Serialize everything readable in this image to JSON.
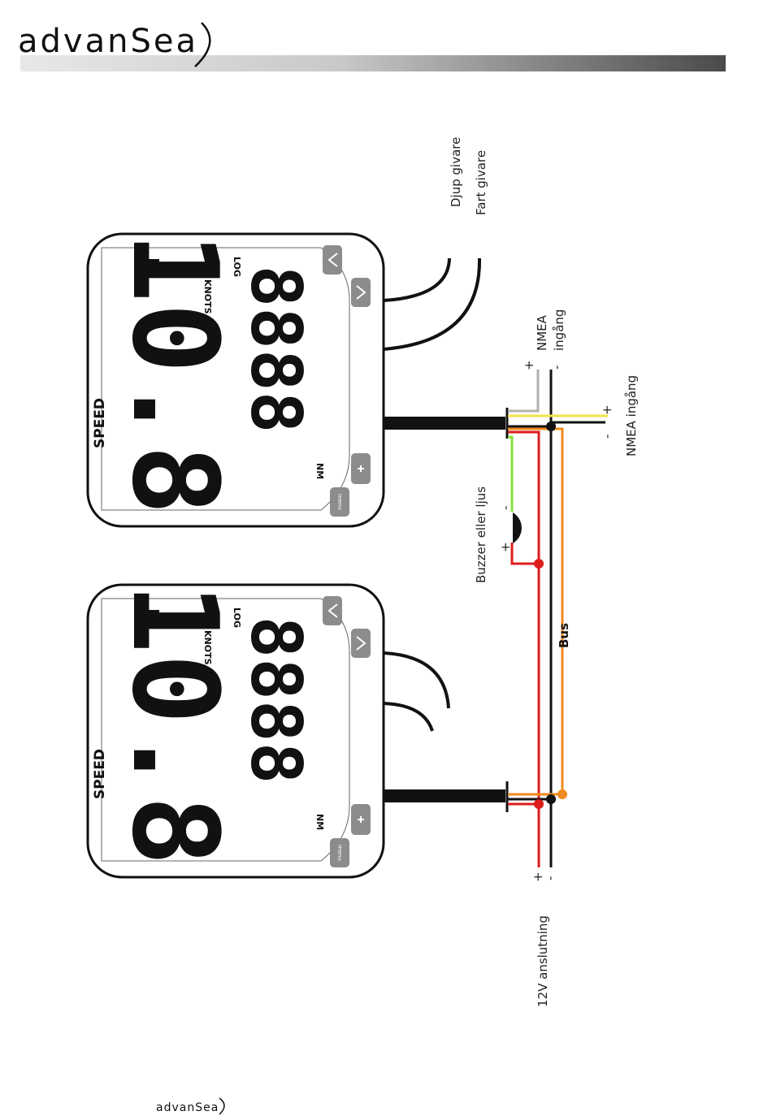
{
  "brand": {
    "logo_text": "advanSea",
    "footer_logo_text": "advanSea"
  },
  "colors": {
    "power_positive": "#dd1c1c",
    "power_negative": "#111111",
    "bus": "#f08a1c",
    "nmea_in_positive": "#f2e24a",
    "nmea_in_negative": "#111111",
    "nmea_out": "#b0b0b0",
    "buzzer_wire": "#86e03a"
  },
  "instruments": [
    {
      "speed_label": "SPEED",
      "main_value": "10.8",
      "units_label": "KNOTS",
      "log_label": "LOG",
      "log_value": "8888",
      "nm_label": "NM",
      "menu_button": "menu",
      "up_button_icon": "chevron-up-icon",
      "down_button_icon": "chevron-down-icon",
      "light_button_icon": "light-icon"
    },
    {
      "speed_label": "SPEED",
      "main_value": "10.8",
      "units_label": "KNOTS",
      "log_label": "LOG",
      "log_value": "8888",
      "nm_label": "NM",
      "menu_button": "menu",
      "up_button_icon": "chevron-up-icon",
      "down_button_icon": "chevron-down-icon",
      "light_button_icon": "light-icon"
    }
  ],
  "labels": {
    "depth_sensor": "Djup givare",
    "speed_sensor": "Fart givare",
    "nmea_in_1_line1": "NMEA",
    "nmea_in_1_line2": "ingång",
    "nmea_in_2": "NMEA ingång",
    "buzzer": "Buzzer eller ljus",
    "bus": "Bus",
    "power": "12V anslutning",
    "plus": "+",
    "minus": "-"
  }
}
